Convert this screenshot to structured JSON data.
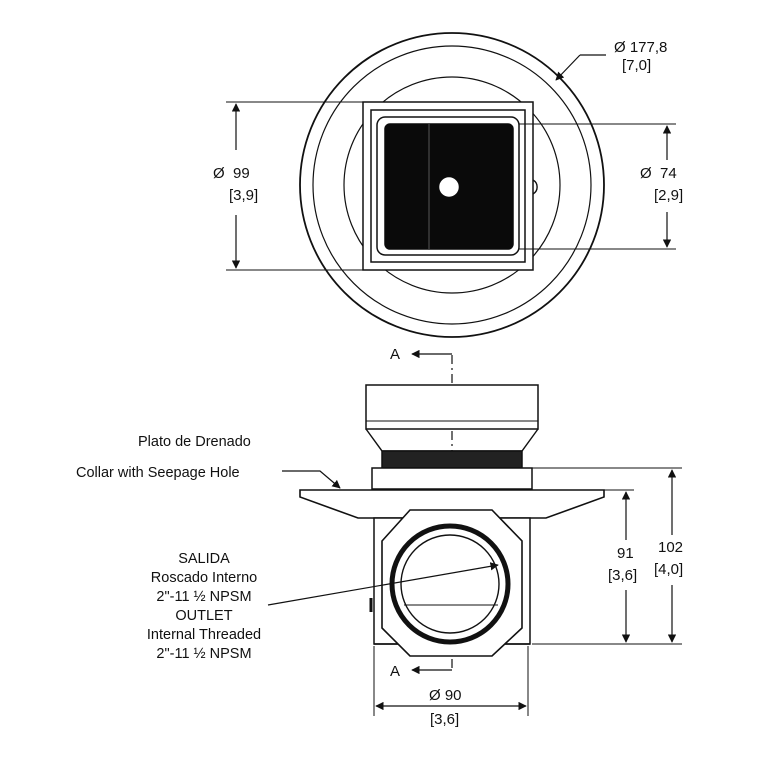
{
  "top_view": {
    "outer_diameter": {
      "metric": "Ø 177,8",
      "imperial": "[7,0]"
    },
    "square_size": {
      "metric": "Ø  99",
      "imperial": "[3,9]"
    },
    "grate_size": {
      "metric": "Ø  74",
      "imperial": "[2,9]"
    }
  },
  "section_marker": {
    "top": "A",
    "bottom": "A"
  },
  "side_view": {
    "labels": {
      "drain_plate": "Plato de Drenado",
      "collar": "Collar with Seepage Hole"
    },
    "outlet_note": [
      "SALIDA",
      "Roscado Interno",
      "2\"-11 ½ NPSM",
      "OUTLET",
      "Internal Threaded",
      "2\"-11 ½ NPSM"
    ],
    "height_body": {
      "metric": "91",
      "imperial": "[3,6]"
    },
    "height_total": {
      "metric": "102",
      "imperial": "[4,0]"
    },
    "base_diameter": {
      "metric": "Ø 90",
      "imperial": "[3,6]"
    }
  },
  "colors": {
    "line": "#111111",
    "fill_dark": "#0a0a0a",
    "background": "#ffffff"
  }
}
